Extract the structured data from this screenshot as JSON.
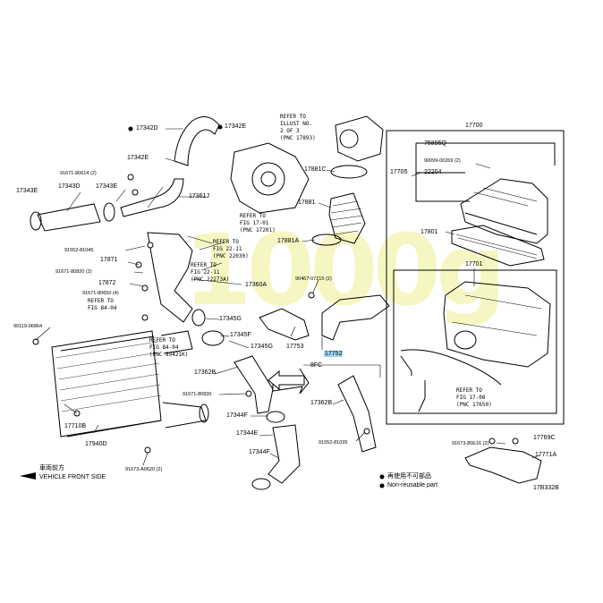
{
  "watermark": "1000g",
  "labels": {
    "p17342d": "17342D",
    "p17342e_a": "17342E",
    "p17342e_b": "17342E",
    "p17343d": "17343D",
    "p17343e_a": "17343E",
    "p17343e_b": "17343E",
    "p91671_80614": "91671-80614 (2)",
    "p17361j": "17361J",
    "p91552_81045": "91552-81045",
    "p17871": "17871",
    "p91671_80820": "91671-80820 (2)",
    "p17872": "17872",
    "p91671_80650": "91671-80650 (4)",
    "p90119_06864": "90119-06864",
    "p17360a": "17360A",
    "p17345g_a": "17345G",
    "p17345f": "17345F",
    "p17345g_b": "17345G",
    "p17753": "17753",
    "p17752": "17752",
    "p8fc": "8FC",
    "p17362b_a": "17362B",
    "p17362b_b": "17362B",
    "p91671_80830": "91671-80830",
    "p17344f_a": "17344F",
    "p17344e": "17344E",
    "p17344f_b": "17344F",
    "p17710b": "17710B",
    "p17940d": "17940D",
    "p91673_a0620": "91673-A0620 (2)",
    "p91552_81035": "91552-81035",
    "p17881c": "17881C",
    "p17881": "17881",
    "p17881a": "17881A",
    "p90467_07215": "90467-07215 (2)",
    "p17700": "17700",
    "p75895q": "75895Q",
    "p90099_00269": "90099-00269 (2)",
    "p17705": "17705",
    "p22204": "22204",
    "p17801": "17801",
    "p17701": "17701",
    "p91673_80e16": "91673-80E16 (2)",
    "p17769c": "17769C",
    "p17771a": "17771A",
    "p17b332b": "17B332B"
  },
  "refs": {
    "ref_17893": [
      "REFER TO",
      "ILLUST NO.",
      "2 OF 3",
      "(PNC 17893)"
    ],
    "ref_17201": [
      "REFER TO",
      "FIG 17-01",
      "(PNC 17201)"
    ],
    "ref_22030": [
      "REFER TO",
      "FIG 22-11",
      "(PNC 22030)"
    ],
    "ref_22273a": [
      "REFER TO",
      "FIG 22-11",
      "(PNC 22273A)"
    ],
    "ref_89421k": [
      "REFER TO",
      "FIG 84-04",
      "(PNC 89421K)"
    ],
    "ref_84_04": [
      "REFER TO",
      "FIG 84-04"
    ],
    "ref_17650": [
      "REFER TO",
      "FIG 17-08",
      "(PNC 17650)"
    ]
  },
  "legend": {
    "non_reusable_jp": "再使用不可部品",
    "non_reusable_en": "Non-reusable part",
    "front_jp": "車両前方",
    "front_en": "VEHICLE FRONT SIDE"
  }
}
